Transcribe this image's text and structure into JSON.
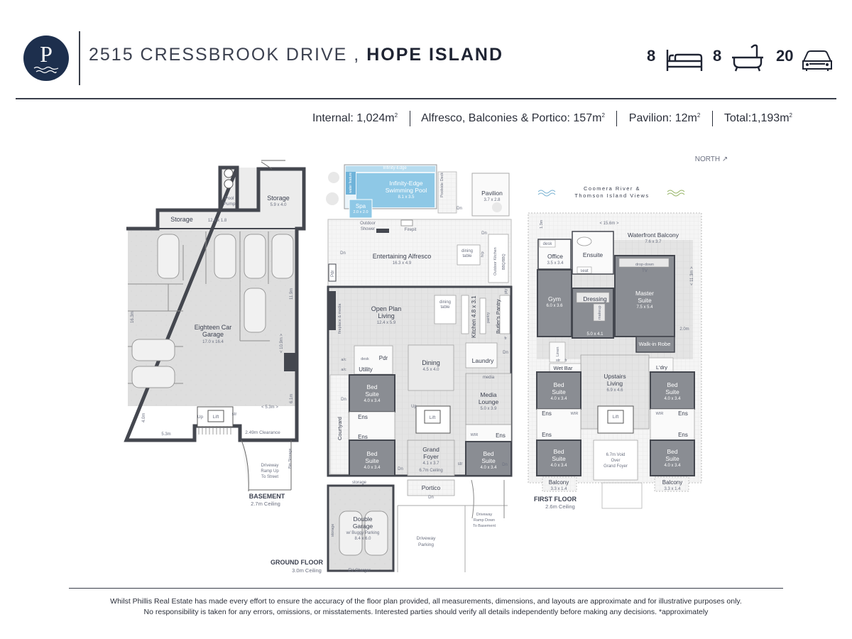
{
  "header": {
    "logo_letter": "P",
    "address_street": "2515 CRESSBROOK DRIVE ,",
    "address_suburb": "HOPE ISLAND",
    "bedrooms": "8",
    "bathrooms": "8",
    "car_spaces": "20"
  },
  "areas": {
    "internal": "Internal: 1,024m",
    "alfresco": "Alfresco, Balconies & Portico: 157m",
    "pavilion": "Pavilion: 12m",
    "total": "Total:1,193m",
    "sq": "2"
  },
  "compass": "NORTH ↗",
  "views_label_1": "Coomera River &",
  "views_label_2": "Thomson Island Views",
  "basement": {
    "title": "BASEMENT",
    "ceiling": "2.7m Ceiling",
    "rooms": {
      "storage_a": "Storage",
      "storage_a_dim": "5.9 x 4.0",
      "storage_b": "Storage",
      "storage_b_dim": "12.6 x 1.8",
      "pool_pump_1": "Pool",
      "pool_pump_2": "Pump",
      "garage_1": "Eighteen Car",
      "garage_2": "Garage",
      "garage_dim": "17.0 x 16.4",
      "lift": "Lift",
      "up": "Up",
      "str": "str",
      "clearance": "2.49m Clearance",
      "driveway_1": "Driveway",
      "driveway_2": "Ramp Up",
      "driveway_3": "To Street",
      "bin_storage": "Bin Storage",
      "d_163": "16.3m",
      "d_119": "11.9m",
      "d_109": "< 10.9m >",
      "d_53": "< 5.3m >",
      "d_61": "6.1m",
      "d_40": "4.0m",
      "d_53b": "5.3m"
    }
  },
  "ground": {
    "title": "GROUND FLOOR",
    "ceiling": "3.0m Ceiling",
    "rooms": {
      "pool_1": "Infinity-Edge",
      "pool_2": "Swimming Pool",
      "pool_dim": "8.1 x 3.5",
      "pool_top": "Infinity-Edge",
      "water_feature": "water feature",
      "spa": "Spa",
      "spa_dim": "2.0 x 2.0",
      "poolside_deck": "Poolside Deck",
      "pavilion": "Pavilion",
      "pavilion_dim": "3.7 x 2.8",
      "outdoor_shower_1": "Outdoor",
      "outdoor_shower_2": "Shower",
      "firepit": "Firepit",
      "alfresco": "Entertaining Alfresco",
      "alfresco_dim": "16.3 x 4.9",
      "dining_table": "dining",
      "dining_table_2": "table",
      "hp": "h/p",
      "outdoor_kitchen": "Outdoor Kitchen",
      "bbq": "BBQ/BBQ",
      "pdr": "Pdr",
      "open_plan_1": "Open Plan",
      "open_plan_2": "Living",
      "open_plan_dim": "12.4 x 5.9",
      "fireplace": "fireplace & media",
      "kitchen": "Kitchen 4.8 x 3.1",
      "pantry": "pantry",
      "butlers": "Butler's Pantry",
      "fr": "fr",
      "pty": "pty",
      "dining": "Dining",
      "dining_dim": "4.5 x 4.0",
      "laundry": "Laundry",
      "media_label": "media",
      "media_1": "Media",
      "media_2": "Lounge",
      "media_dim": "5.0 x 3.9",
      "udesk": "desk",
      "utility": "Utility",
      "ac": "a/c",
      "courtyard": "Courtyard",
      "bed": "Bed",
      "suite": "Suite",
      "bed_dim": "4.0 x 3.4",
      "ens": "Ens",
      "wir": "WIR",
      "grand_1": "Grand",
      "grand_2": "Foyer",
      "grand_dim": "4.1 x 3.7",
      "grand_ceiling": "6.7m Ceiling",
      "portico": "Portico",
      "dn": "Dn",
      "up": "Up",
      "lift": "Lift",
      "storage": "storage",
      "double_1": "Double",
      "double_2": "Garage",
      "double_3": "w/ Buggy Parking",
      "double_dim": "8.4 x 6.0",
      "ev": "EV Charger",
      "driveway_1": "Driveway",
      "driveway_2": "Parking",
      "ramp_1": "Driveway",
      "ramp_2": "Ramp Down",
      "ramp_3": "To Basement"
    }
  },
  "first": {
    "title": "FIRST FLOOR",
    "ceiling": "2.6m Ceiling",
    "rooms": {
      "balcony": "Waterfront Balcony",
      "balcony_dim": "7.6 x 3.7",
      "d_156": "< 15.6m >",
      "d_113": "< 11.3m >",
      "d_20": "2.0m",
      "d_13": "1.3m",
      "desk": "desk",
      "office": "Office",
      "office_dim": "3.5 x 3.4",
      "ensuite": "Ensuite",
      "seat": "seat",
      "drop_1": "drop-down",
      "drop_2": "TV",
      "gym": "Gym",
      "gym_dim": "6.0 x 3.6",
      "dressing": "Dressing",
      "makeup": "makeup",
      "dressing_dim": "5.0 x 4.1",
      "master_1": "Master",
      "master_2": "Suite",
      "master_dim": "7.5 x 5.4",
      "wir": "Walk-in Robe",
      "linen": "Linen",
      "str": "str",
      "fr": "fr",
      "wet_bar": "Wet Bar",
      "ldry": "L'dry",
      "upstairs_1": "Upstairs",
      "upstairs_2": "Living",
      "upstairs_dim": "6.9 x 4.6",
      "bed": "Bed",
      "suite": "Suite",
      "bed_dim": "4.0 x 3.4",
      "ens": "Ens",
      "wir_s": "WIR",
      "lift": "Lift",
      "void_1": "6.7m Void",
      "void_2": "Over",
      "void_3": "Grand Foyer",
      "balc_l": "Balcony",
      "balc_l_dim": "3.3 x 1.4",
      "balc_r": "Balcony",
      "balc_r_dim": "3.3 x 1.4"
    }
  },
  "disclaimer": {
    "line1": "Whilst Phillis Real Estate has made every effort to ensure the accuracy of the floor plan provided, all measurements, dimensions, and layouts are approximate and for illustrative purposes only.",
    "line2": "No responsibility is taken for any errors, omissions, or misstatements. Interested parties should verify all details independently before making any decisions. *approximately"
  },
  "colors": {
    "navy": "#1d2f4d",
    "room_dark": "#8a8d93",
    "room_light": "#dcdcdc",
    "wall": "#44474f",
    "pool": "#8ec8e6"
  },
  "icons": [
    "bed-icon",
    "bath-icon",
    "car-icon",
    "water-wave-icon"
  ]
}
